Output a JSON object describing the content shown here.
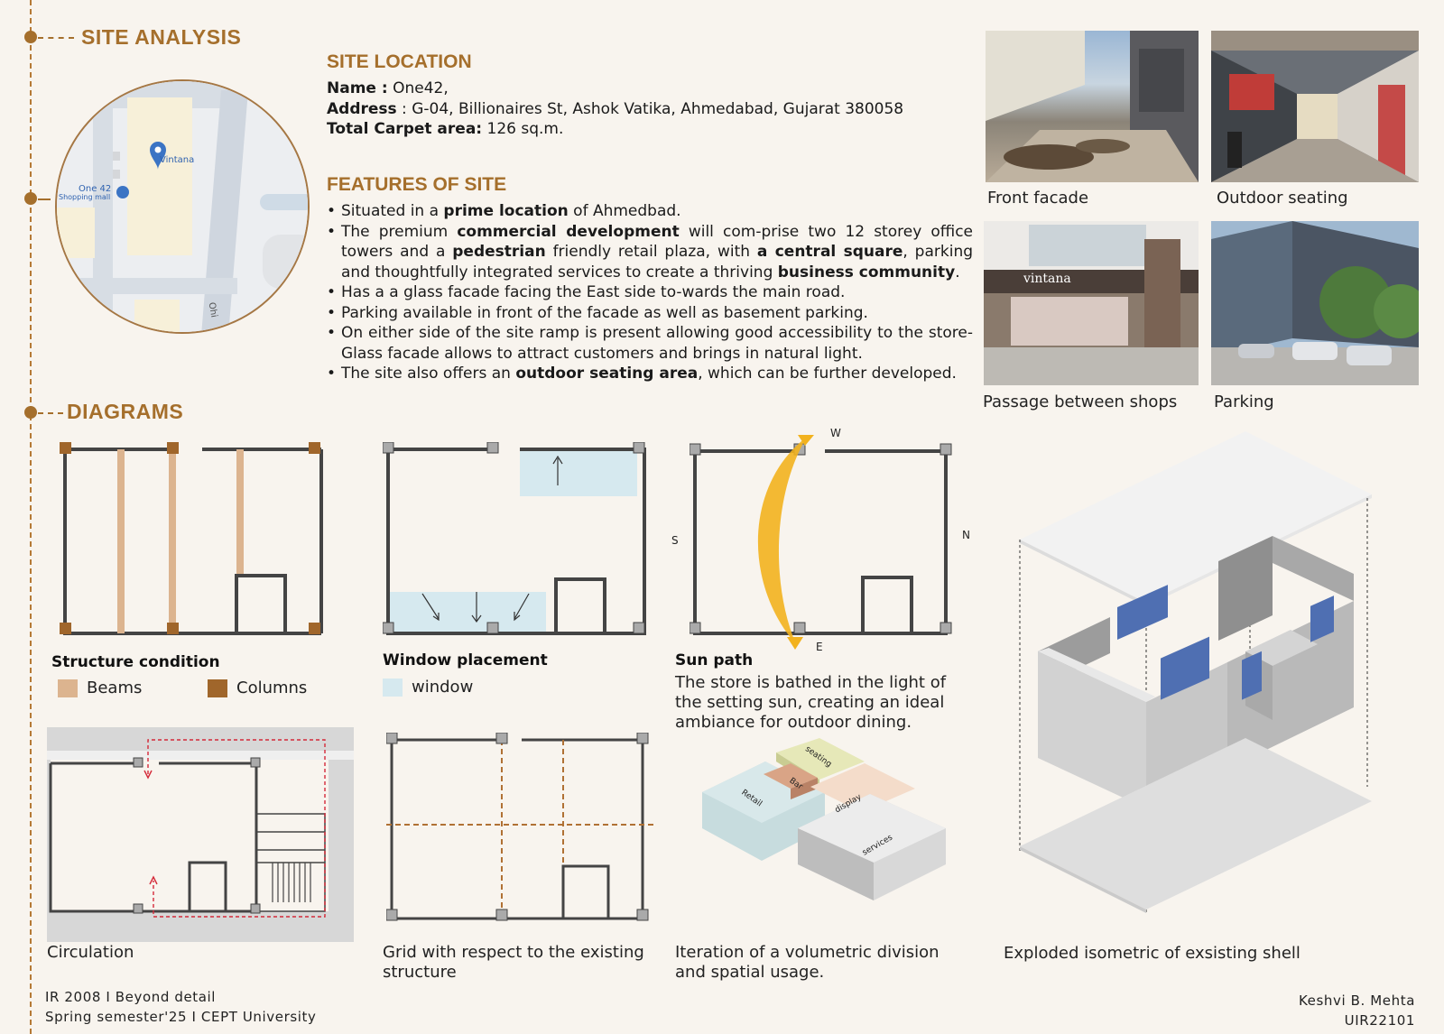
{
  "sections": {
    "site_analysis": "SITE ANALYSIS",
    "diagrams": "DIAGRAMS"
  },
  "site_location": {
    "heading": "SITE LOCATION",
    "name_label": "Name :",
    "name_value": " One42,",
    "address_label": "Address",
    "address_value": " : G-04, Billionaires St, Ashok Vatika, Ahmedabad, Gujarat 380058",
    "area_label": "Total Carpet area:",
    "area_value": " 126 sq.m."
  },
  "map": {
    "pin_label": "Vintana",
    "mall_label_1": "One 42",
    "mall_label_2": "Shopping mall",
    "road_label": "Ohi"
  },
  "features": {
    "heading": "FEATURES OF SITE",
    "b1_a": "Situated in a ",
    "b1_b": "prime location",
    "b1_c": " of Ahmedbad.",
    "b2_a": "The premium ",
    "b2_b": "commercial development",
    "b2_c": " will com-prise two 12 storey office towers and a ",
    "b2_d": "pedestrian",
    "b2_e": " friendly retail plaza, with ",
    "b2_f": "a central square",
    "b2_g": ", parking and thoughtfully integrated services to create a thriving ",
    "b2_h": "business community",
    "b2_i": ".",
    "b3": "Has a a glass facade facing the East side to-wards the main road.",
    "b4": "Parking available in front of the facade as well as basement parking.",
    "b5": "On either side of the site ramp is present allowing good accessibility to the store-Glass facade allows to attract customers and brings in natural light.",
    "b6_a": "The site also offers an ",
    "b6_b": "outdoor seating area",
    "b6_c": ", which can be further developed."
  },
  "photos": {
    "front": "Front facade",
    "outdoor": "Outdoor seating",
    "passage": "Passage between shops",
    "parking": "Parking",
    "shop_sign": "vintana"
  },
  "diagrams": {
    "structure_title": "Structure condition",
    "beams": "Beams",
    "columns": "Columns",
    "window_title": "Window placement",
    "window_legend": "window",
    "sun_title": "Sun path",
    "sun_desc": "The store is bathed in the light of the setting sun, creating an ideal ambiance for outdoor dining.",
    "compass_w": "W",
    "compass_e": "E",
    "compass_s": "S",
    "compass_n": "N",
    "circulation": "Circulation",
    "grid_caption": "Grid with respect to the existing structure",
    "iteration_caption": "Iteration of a volumetric division and spatial usage.",
    "exploded_caption": "Exploded isometric of exsisting shell",
    "vol_seating": "seating",
    "vol_bar": "Bar",
    "vol_retail": "Retail",
    "vol_display": "display",
    "vol_services": "services"
  },
  "footer": {
    "left_1": "IR 2008 I Beyond detail",
    "left_2": "Spring semester'25 I CEPT University",
    "right_1": "Keshvi B. Mehta",
    "right_2": "UIR22101"
  },
  "colors": {
    "accent": "#a56f2c",
    "beam": "#dcb48f",
    "column": "#a0662b",
    "window": "#d6e9ef",
    "sun": "#f2b21e"
  }
}
